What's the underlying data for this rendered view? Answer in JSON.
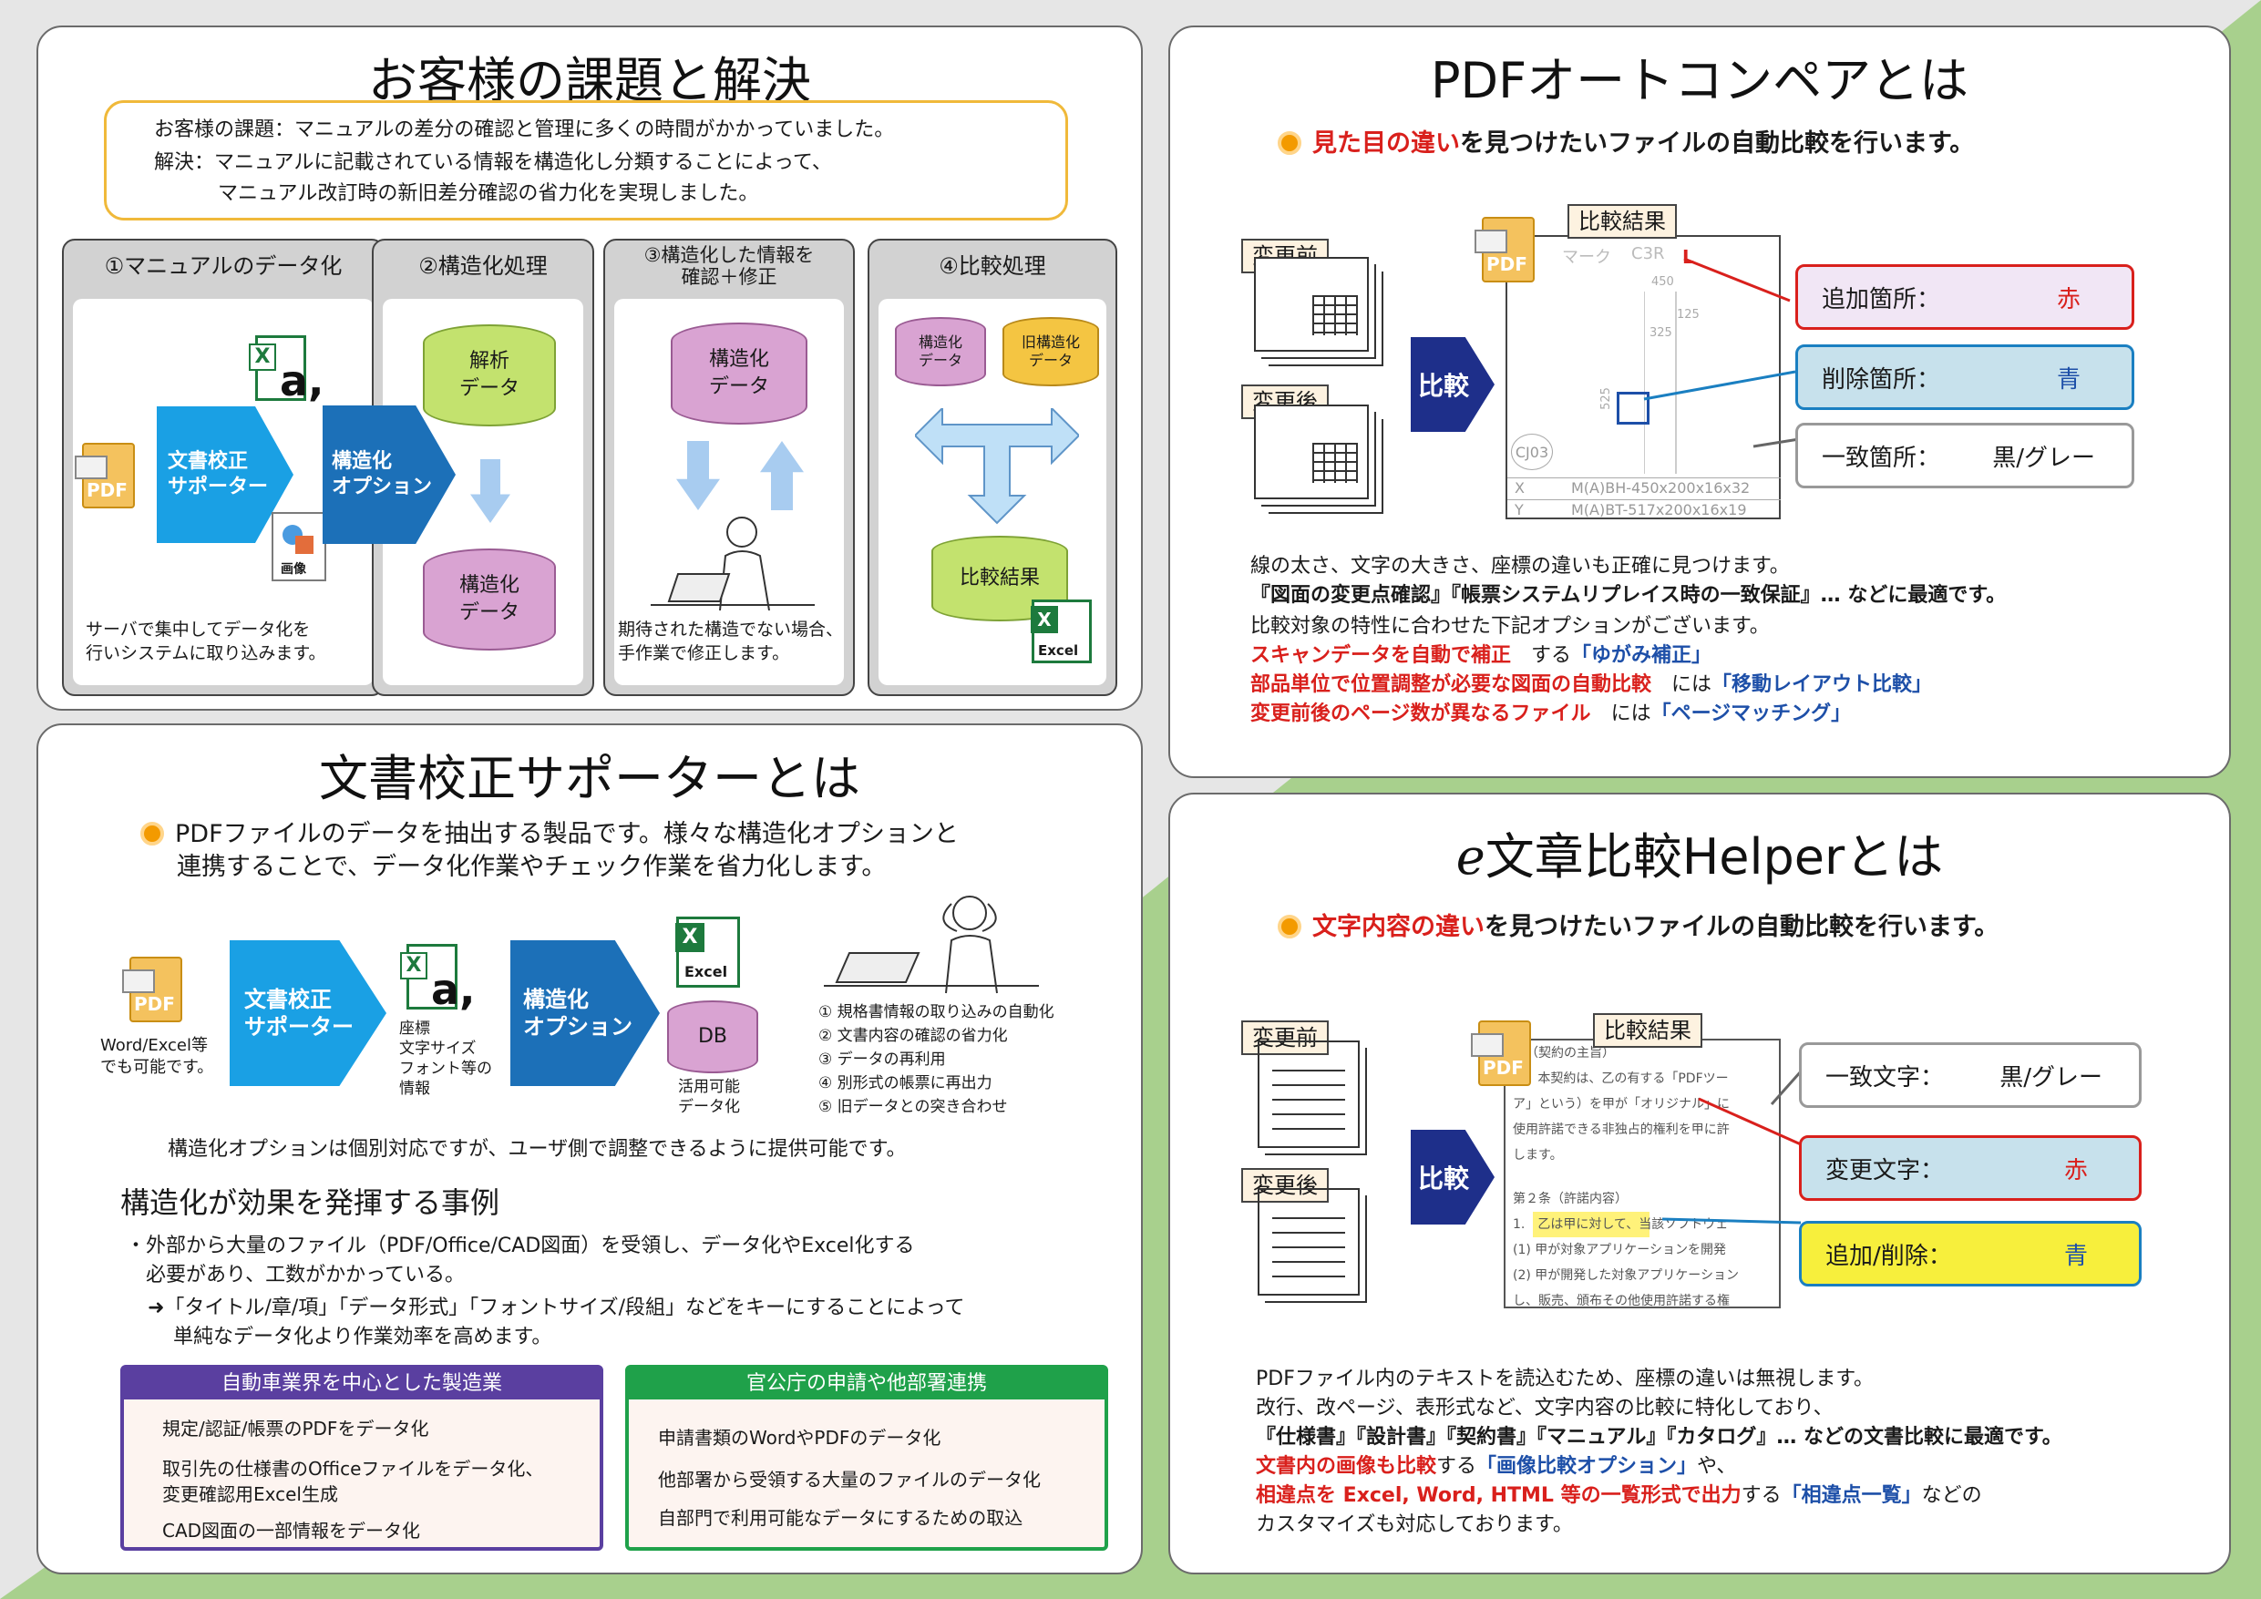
{
  "colors": {
    "accent_orange": "#f39a00",
    "red": "#d9201c",
    "blue": "#1d4fa8",
    "navy": "#1e2f8a",
    "green_bg": "#a8d08d"
  },
  "panel1": {
    "title": "お客様の課題と解決",
    "issue": "お客様の課題：マニュアルの差分の確認と管理に多くの時間がかかっていました。",
    "solution1": "解決：マニュアルに記載されている情報を構造化し分類することによって、",
    "solution2": "マニュアル改訂時の新旧差分確認の省力化を実現しました。",
    "steps": [
      {
        "header": "①マニュアルのデータ化"
      },
      {
        "header": "②構造化処理"
      },
      {
        "header": "③構造化した情報を\n確認＋修正"
      },
      {
        "header": "④比較処理"
      }
    ],
    "step1": {
      "pdf": "PDF",
      "arrow": "文書校正\nサポーター",
      "image": "画像",
      "desc1": "サーバで集中してデータ化を",
      "desc2": "行いシステムに取り込みます。"
    },
    "step2": {
      "arrow": "構造化\nオプション",
      "cyl_top": "解析\nデータ",
      "cyl_bottom": "構造化\nデータ"
    },
    "step3": {
      "cyl": "構造化\nデータ",
      "desc1": "期待された構造でない場合、",
      "desc2": "手作業で修正します。"
    },
    "step4": {
      "cyl_a": "構造化\nデータ",
      "cyl_b": "旧構造化\nデータ",
      "result": "比較結果",
      "excel": "Excel"
    }
  },
  "panel2": {
    "title": "文書校正サポーターとは",
    "lead1": "PDFファイルのデータを抽出する製品です。様々な構造化オプションと",
    "lead2": "連携することで、データ化作業やチェック作業を省力化します。",
    "pdf": "PDF",
    "pdf_note": "Word/Excel等\nでも可能です。",
    "arrow1": "文書校正\nサポーター",
    "attr_note": "座標\n文字サイズ\nフォント等の\n情報",
    "arrow2": "構造化\nオプション",
    "excel": "Excel",
    "db": "DB",
    "db_note": "活用可能\nデータ化",
    "benefits": [
      "① 規格書情報の取り込みの自動化",
      "② 文書内容の確認の省力化",
      "③ データの再利用",
      "④ 別形式の帳票に再出力",
      "⑤ 旧データとの突き合わせ"
    ],
    "note": "構造化オプションは個別対応ですが、ユーザ側で調整できるように提供可能です。",
    "case_title": "構造化が効果を発揮する事例",
    "case1": "・外部から大量のファイル（PDF/Office/CAD図面）を受領し、データ化やExcel化する",
    "case2": "必要があり、工数がかかっている。",
    "case3": "➜「タイトル/章/項」「データ形式」「フォントサイズ/段組」などをキーにすることによって",
    "case4": "単純なデータ化より作業効率を高めます。",
    "box1": {
      "head": "自動車業界を中心とした製造業",
      "items": [
        "規定/認証/帳票のPDFをデータ化",
        "取引先の仕様書のOfficeファイルをデータ化、",
        "変更確認用Excel生成",
        "CAD図面の一部情報をデータ化"
      ]
    },
    "box2": {
      "head": "官公庁の申請や他部署連携",
      "items": [
        "申請書類のWordやPDFのデータ化",
        "他部署から受領する大量のファイルのデータ化",
        "自部門で利用可能なデータにするための取込"
      ]
    }
  },
  "panel3": {
    "title": "PDFオートコンペアとは",
    "lead_red": "見た目の違い",
    "lead_rest": "を見つけたいファイルの自動比較を行います。",
    "before": "変更前",
    "after": "変更後",
    "compare": "比較",
    "result": "比較結果",
    "pdf": "PDF",
    "drawing": {
      "mark": "マーク",
      "c3r": "C3R",
      "d450": "450",
      "d125": "125",
      "d325": "325",
      "d525": "525",
      "cj03": "CJ03",
      "x": "X",
      "y": "Y",
      "row_x": "M(A)BH-450x200x16x32",
      "row_y": "M(A)BT-517x200x16x19"
    },
    "callouts": [
      {
        "label": "追加箇所：",
        "value": "赤"
      },
      {
        "label": "削除箇所：",
        "value": "青"
      },
      {
        "label": "一致箇所：",
        "value": "黒/グレー"
      }
    ],
    "line1": "線の太さ、文字の大きさ、座標の違いも正確に見つけます。",
    "line2": "『図面の変更点確認』『帳票システムリプレイス時の一致保証』… などに最適です。",
    "line3": "比較対象の特性に合わせた下記オプションがございます。",
    "opt1_red": "スキャンデータを自動で補正",
    "opt1_mid": "する",
    "opt1_blue": "「ゆがみ補正」",
    "opt2_red": "部品単位で位置調整が必要な図面の自動比較",
    "opt2_mid": "には",
    "opt2_blue": "「移動レイアウト比較」",
    "opt3_red": "変更前後のページ数が異なるファイル",
    "opt3_mid": "には",
    "opt3_blue": "「ページマッチング」"
  },
  "panel4": {
    "title_e": "e",
    "title_rest": "文章比較Helperとは",
    "lead_red": "文字内容の違い",
    "lead_rest": "を見つけたいファイルの自動比較を行います。",
    "before": "変更前",
    "after": "変更後",
    "compare": "比較",
    "result": "比較結果",
    "pdf": "PDF",
    "doc_lines": [
      "条（契約の主旨）",
      "1.　本契約は、乙の有する「PDFツー",
      "ア」という）を甲が「オリジナル」に",
      "使用許諾できる非独占的権利を甲に許",
      "します。",
      "第２条（許諾内容）",
      "1.　乙は甲に対して、当該ソフトウェ",
      "(1) 甲が対象アプリケーションを開発",
      "(2) 甲が開発した対象アプリケーション",
      "し、販売、頒布その他使用許諾する権"
    ],
    "callouts": [
      {
        "label": "一致文字：",
        "value": "黒/グレー"
      },
      {
        "label": "変更文字：",
        "value": "赤"
      },
      {
        "label": "追加/削除：",
        "value": "青"
      }
    ],
    "line1": "PDFファイル内のテキストを読込むため、座標の違いは無視します。",
    "line2": "改行、改ページ、表形式など、文字内容の比較に特化しており、",
    "line3": "『仕様書』『設計書』『契約書』『マニュアル』『カタログ』… などの文書比較に最適です。",
    "l4_red": "文書内の画像も比較",
    "l4_mid": "する",
    "l4_blue": "「画像比較オプション」",
    "l4_end": "や、",
    "l5_red": "相違点を Excel, Word, HTML 等の一覧形式で出力",
    "l5_mid": "する",
    "l5_blue": "「相違点一覧」",
    "l5_end": "などの",
    "line6": "カスタマイズも対応しております。"
  }
}
